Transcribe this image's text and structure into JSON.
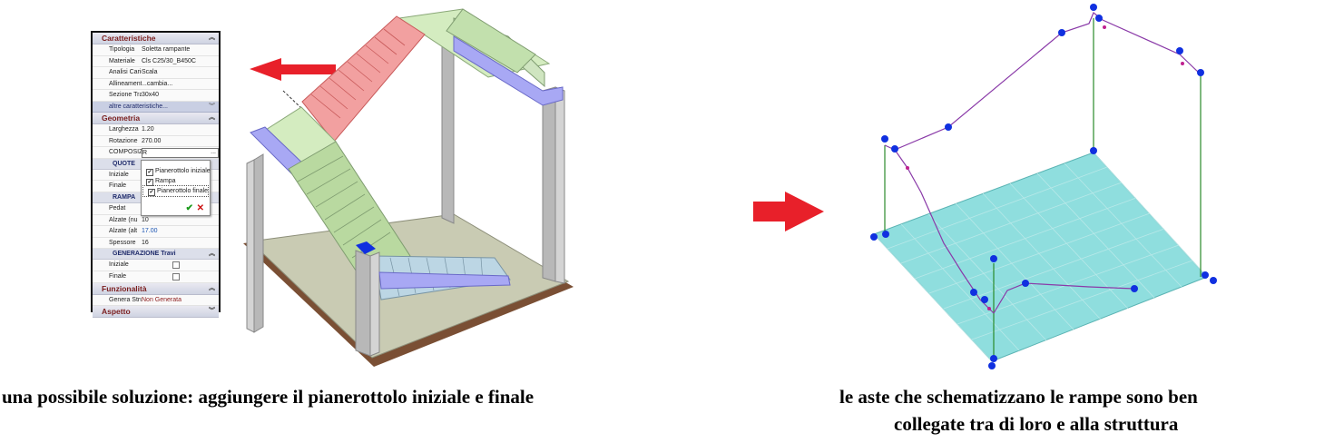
{
  "panel": {
    "sections": {
      "caratteristiche": "Caratteristiche",
      "geometria": "Geometria",
      "quote": "QUOTE",
      "rampa": "RAMPA",
      "generazione": "GENERAZIONE Travi",
      "funzionalita": "Funzionalità",
      "aspetto": "Aspetto"
    },
    "caratteristiche_rows": [
      {
        "k": "Tipologia",
        "v": "Soletta rampante"
      },
      {
        "k": "Materiale",
        "v": "Cls C25/30_B450C"
      },
      {
        "k": "Analisi Carichi",
        "v": "Scala"
      },
      {
        "k": "Allineamento",
        "v": "...cambia..."
      },
      {
        "k": "Sezione Travi(",
        "v": "30x40"
      }
    ],
    "more_label": "altre caratteristiche...",
    "geometria_rows": [
      {
        "k": "Larghezza",
        "v": "1.20"
      },
      {
        "k": "Rotazione",
        "v": "270.00"
      }
    ],
    "composizione": {
      "k": "COMPOSIZIOI",
      "v": "R",
      "dots": "..."
    },
    "quote_rows": [
      {
        "k": "Iniziale",
        "v": ""
      },
      {
        "k": "Finale",
        "v": ""
      }
    ],
    "rampa_rows": [
      {
        "k": "Pedat",
        "v": ""
      },
      {
        "k": "Alzate (nu",
        "v": "10"
      },
      {
        "k": "Alzate (alt",
        "v": "17.00"
      },
      {
        "k": "Spessore",
        "v": "16"
      }
    ],
    "generazione_rows": [
      {
        "k": "Iniziale"
      },
      {
        "k": "Finale"
      }
    ],
    "funzionalita_row": {
      "k": "Genera Struttu",
      "v": "Non Generata"
    },
    "popup": {
      "items": [
        "Pianerottolo iniziale",
        "Rampa",
        "Pianerottolo finale"
      ],
      "ok": "✔",
      "cancel": "✕"
    }
  },
  "captions": {
    "left": "una possibile soluzione: aggiungere il pianerottolo iniziale e finale",
    "right_line1": "le aste che schematizzano le rampe sono ben",
    "right_line2": "collegate tra di loro e alla struttura"
  },
  "colors": {
    "arrow_red": "#e8202a",
    "slab_cyan": "#8fdede",
    "node_blue": "#1030e0",
    "beam_purple": "#8a3aa8",
    "ramp_red": "#f2a0a0",
    "landing_green": "#d4ecc0",
    "beam_blue": "#a8a8f4"
  }
}
